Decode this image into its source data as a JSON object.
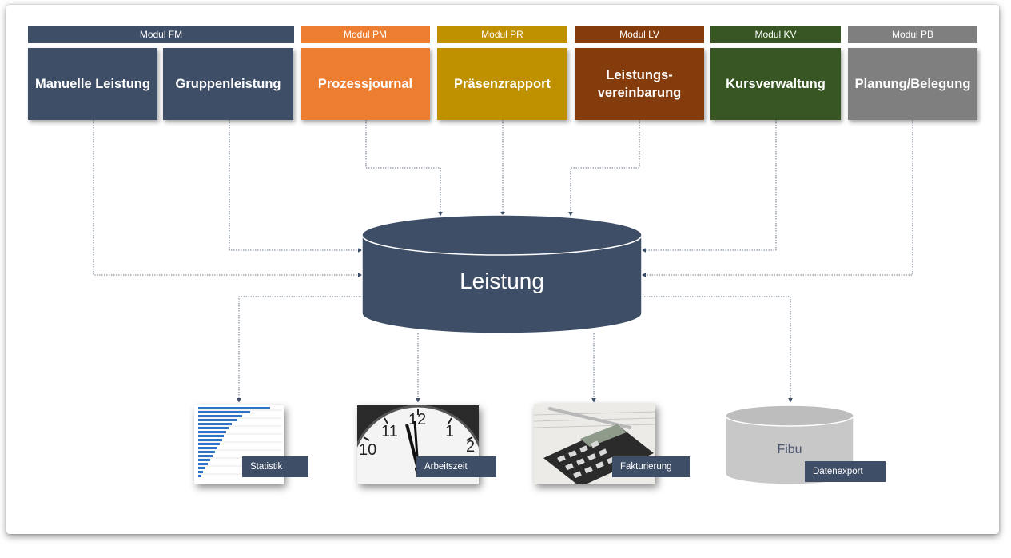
{
  "modules": [
    {
      "header": "Modul FM",
      "color": "#3f4e67"
    },
    {
      "header": "Modul PM",
      "color": "#ed7d31"
    },
    {
      "header": "Modul PR",
      "color": "#bf9000"
    },
    {
      "header": "Modul LV",
      "color": "#843c0c"
    },
    {
      "header": "Modul KV",
      "color": "#375623"
    },
    {
      "header": "Modul PB",
      "color": "#7f7f7f"
    }
  ],
  "tiles": [
    {
      "label": "Manuelle Leistung"
    },
    {
      "label": "Gruppenleistung"
    },
    {
      "label": "Prozessjournal"
    },
    {
      "label": "Präsenzrapport"
    },
    {
      "label_line1": "Leistungs-",
      "label_line2": "vereinbarung"
    },
    {
      "label": "Kursverwaltung"
    },
    {
      "label": "Planung/Belegung"
    }
  ],
  "center": {
    "label": "Leistung",
    "color": "#3f4e67"
  },
  "outputs": {
    "statistik": "Statistik",
    "arbeitszeit": "Arbeitszeit",
    "fakturierung": "Fakturierung",
    "fibu": "Fibu",
    "datenexport": "Datenexport"
  },
  "clock_numbers": [
    "11",
    "12",
    "1",
    "2",
    "10"
  ]
}
